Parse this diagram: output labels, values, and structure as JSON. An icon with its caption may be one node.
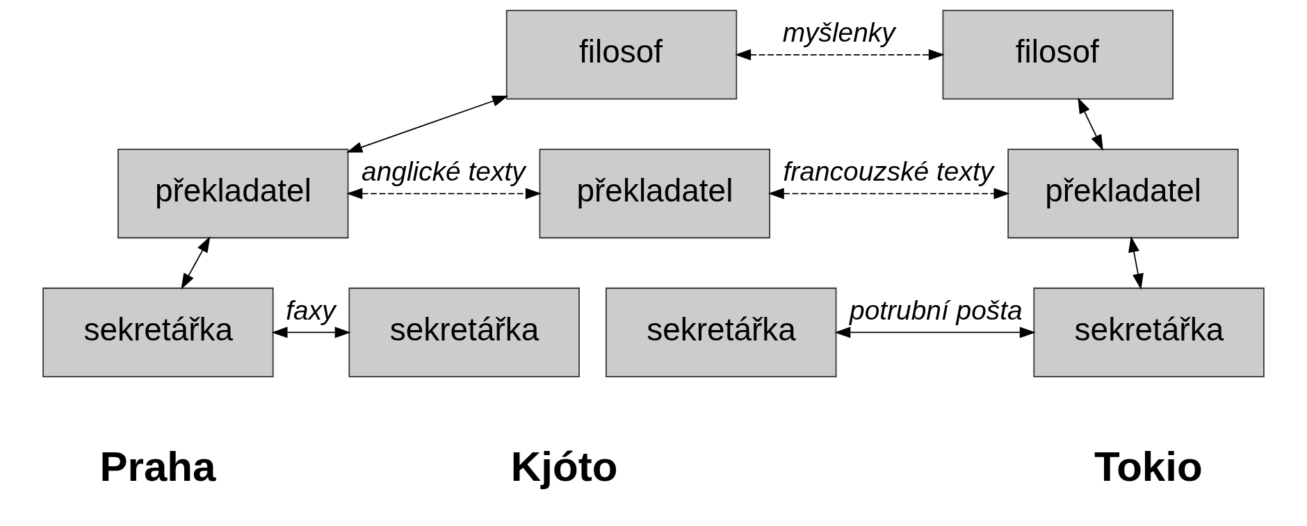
{
  "diagram": {
    "nodes": [
      {
        "text": [
          "filosof"
        ]
      },
      {
        "text": [
          "filosof"
        ]
      },
      {
        "text": [
          "překladatel"
        ]
      },
      {
        "text": [
          "překladatel"
        ]
      },
      {
        "text": [
          "překladatel"
        ]
      },
      {
        "text": [
          "sekretářka"
        ]
      },
      {
        "text": [
          "sekretářka"
        ]
      },
      {
        "text": [
          "sekretářka"
        ]
      },
      {
        "text": [
          "sekretářka"
        ]
      }
    ],
    "edges": [
      {
        "from": 0,
        "to": 1,
        "arrow": "both",
        "style": "dashed",
        "label": "myšlenky"
      },
      {
        "from": 0,
        "to": 2,
        "arrow": "both"
      },
      {
        "from": 1,
        "to": 4,
        "arrow": "both"
      },
      {
        "from": 2,
        "to": 3,
        "arrow": "both",
        "style": "dashed",
        "label": "anglické texty"
      },
      {
        "from": 3,
        "to": 4,
        "arrow": "both",
        "style": "dashed",
        "label": "francouzské texty"
      },
      {
        "from": 2,
        "to": 5,
        "arrow": "both"
      },
      {
        "from": 4,
        "to": 8,
        "arrow": "both"
      },
      {
        "from": 5,
        "to": 6,
        "arrow": "both",
        "label": "faxy"
      },
      {
        "from": 7,
        "to": 8,
        "arrow": "both",
        "label": "potrubní pošta"
      }
    ],
    "labels": [
      "Praha",
      "Kjóto",
      "Tokio"
    ]
  }
}
